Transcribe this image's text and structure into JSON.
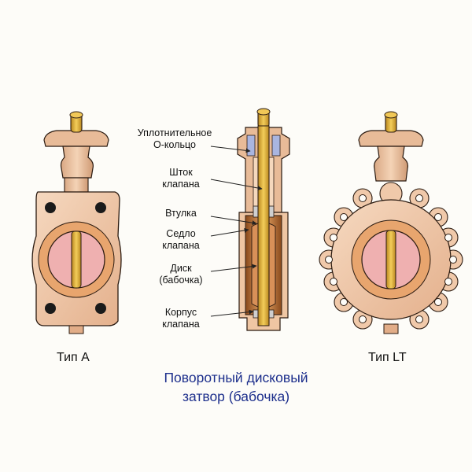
{
  "title": {
    "line1": "Поворотный дисковый",
    "line2": "затвор (бабочка)"
  },
  "views": {
    "left_label": "Тип A",
    "right_label": "Тип LT"
  },
  "parts": [
    {
      "id": "seal",
      "line1": "Уплотнительное",
      "line2": "О-кольцо"
    },
    {
      "id": "stem",
      "line1": "Шток",
      "line2": "клапана"
    },
    {
      "id": "bushing",
      "line1": "Втулка",
      "line2": ""
    },
    {
      "id": "seat",
      "line1": "Седло",
      "line2": "клапана"
    },
    {
      "id": "disc",
      "line1": "Диск",
      "line2": "(бабочка)"
    },
    {
      "id": "body",
      "line1": "Корпус",
      "line2": "клапана"
    }
  ],
  "colors": {
    "body": "#f0c9aa",
    "seat": "#e6a06a",
    "disc": "#efb0b0",
    "stem": "#d9a835",
    "seal": "#a9b5e0",
    "title": "#1d2f8c"
  }
}
